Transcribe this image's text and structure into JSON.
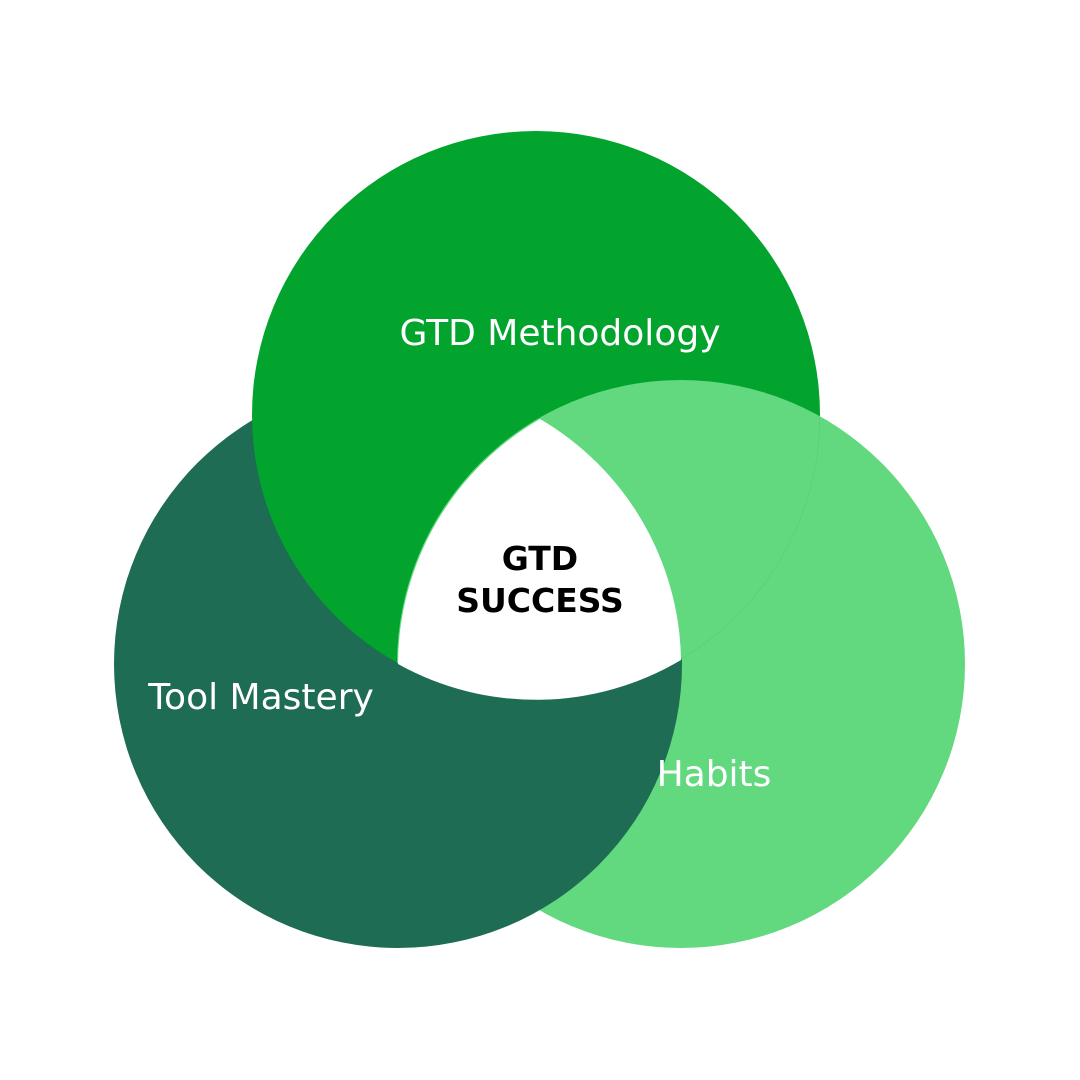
{
  "diagram": {
    "type": "venn-3",
    "background": "#ffffff",
    "sets": {
      "top": {
        "label": "GTD Methodology",
        "color": "#02a42e"
      },
      "left": {
        "label": "Tool Mastery",
        "color": "#1e6c53"
      },
      "right": {
        "label": "Habits",
        "color": "#62d87f"
      }
    },
    "center": {
      "line1": "GTD",
      "line2": "SUCCESS",
      "fill": "#ffffff",
      "text_color": "#000000"
    }
  }
}
